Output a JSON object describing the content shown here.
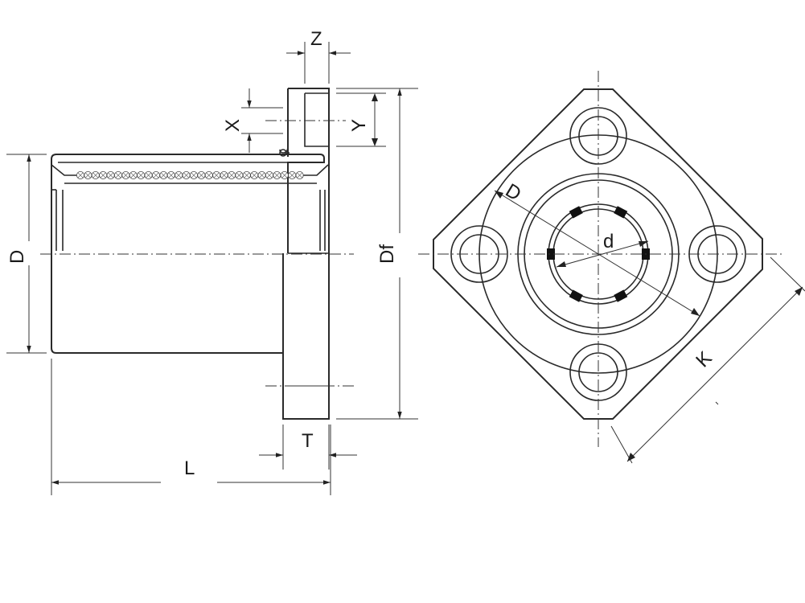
{
  "labels": {
    "z": "Z",
    "x": "X",
    "y": "Y",
    "d_left": "D",
    "df": "Df",
    "t": "T",
    "l": "L",
    "d_right": "D",
    "d_small": "d",
    "k": "K"
  },
  "colors": {
    "line": "#2a2a2a",
    "background": "#ffffff"
  }
}
